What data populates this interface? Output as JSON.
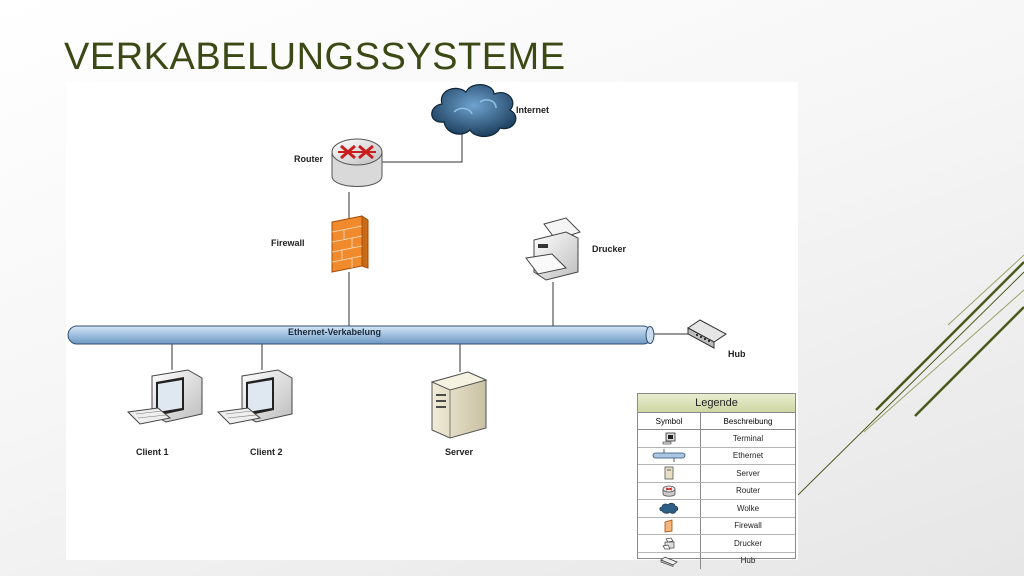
{
  "slide": {
    "title": "Verkabelungssysteme"
  },
  "diagram": {
    "nodes": {
      "internet": "Internet",
      "router": "Router",
      "firewall": "Firewall",
      "printer": "Drucker",
      "hub": "Hub",
      "client1": "Client 1",
      "client2": "Client 2",
      "server": "Server"
    },
    "bus_label": "Ethernet-Verkabelung"
  },
  "legend": {
    "title": "Legende",
    "col_symbol": "Symbol",
    "col_description": "Beschreibung",
    "rows": [
      {
        "icon": "terminal-icon",
        "label": "Terminal"
      },
      {
        "icon": "ethernet-icon",
        "label": "Ethernet"
      },
      {
        "icon": "server-icon",
        "label": "Server"
      },
      {
        "icon": "router-icon",
        "label": "Router"
      },
      {
        "icon": "cloud-icon",
        "label": "Wolke"
      },
      {
        "icon": "firewall-icon",
        "label": "Firewall"
      },
      {
        "icon": "printer-icon",
        "label": "Drucker"
      },
      {
        "icon": "hub-icon",
        "label": "Hub"
      }
    ]
  },
  "colors": {
    "title": "#3b4a14",
    "bus": "#a9c6e3",
    "firewall": "#f08a2c",
    "cloud": "#2e5f86",
    "accent_lines": "#4a5a1c"
  }
}
